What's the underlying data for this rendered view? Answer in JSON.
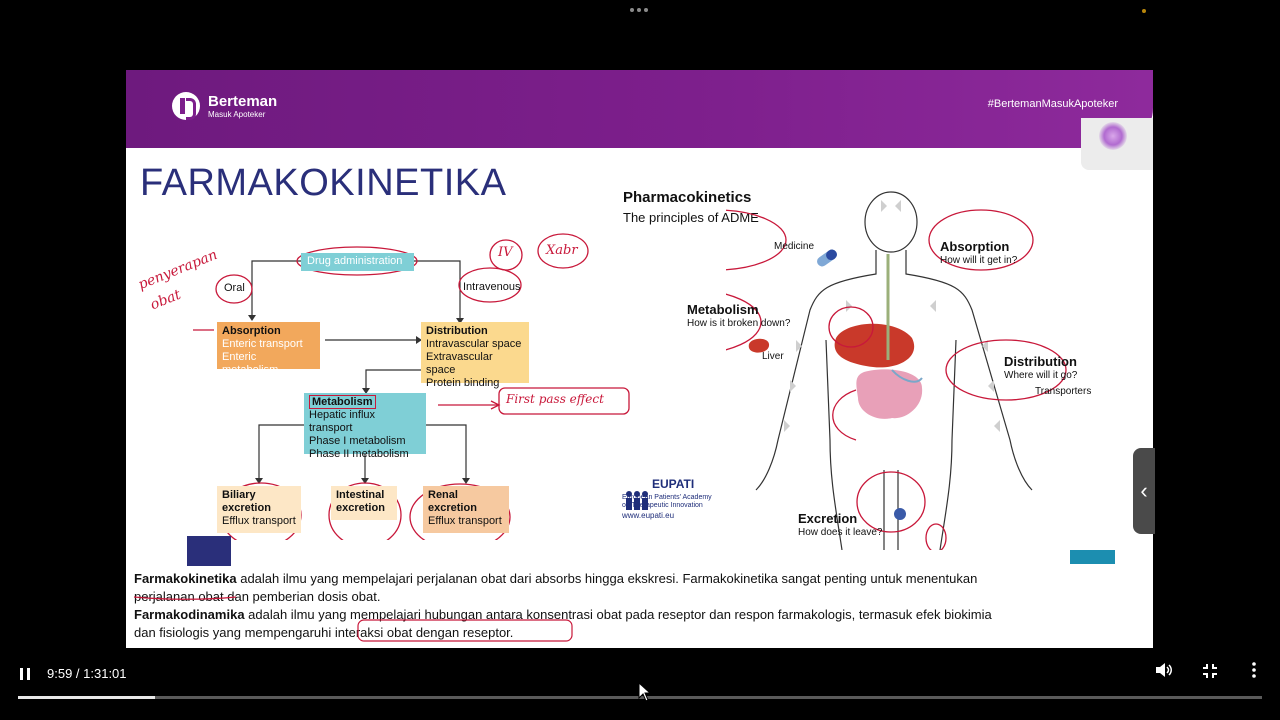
{
  "banner": {
    "logo_name": "Berteman",
    "logo_sub": "Masuk Apoteker",
    "hashtag": "#BertemanMasukApoteker"
  },
  "slide": {
    "title": "FARMAKOKINETIKA",
    "flow": {
      "drug_admin": "Drug administration",
      "oral": "Oral",
      "intravenous": "Intravenous",
      "absorption": {
        "title": "Absorption",
        "l1": "Enteric transport",
        "l2": "Enteric metabolism"
      },
      "distribution": {
        "title": "Distribution",
        "l1": "Intravascular space",
        "l2": "Extravascular space",
        "l3": "Protein binding"
      },
      "metabolism": {
        "title": "Metabolism",
        "l1": "Hepatic influx transport",
        "l2": "Phase I metabolism",
        "l3": "Phase II metabolism"
      },
      "biliary": {
        "t1": "Biliary",
        "t2": "excretion",
        "l1": "Efflux transport"
      },
      "intestinal": {
        "t1": "Intestinal",
        "t2": "excretion"
      },
      "renal": {
        "t1": "Renal",
        "t2": "excretion",
        "l1": "Efflux transport"
      }
    },
    "handwriting": {
      "penyerapan": "penyerapan",
      "obat": "obat",
      "iv": "IV",
      "xabr": "Xabr",
      "first_pass": "First pass effect"
    },
    "adme": {
      "title": "Pharmacokinetics",
      "subtitle": "The principles of ADME",
      "medicine": "Medicine",
      "absorption": "Absorption",
      "absorption_q": "How will it get in?",
      "metabolism": "Metabolism",
      "metabolism_q": "How is it broken down?",
      "liver": "Liver",
      "distribution": "Distribution",
      "distribution_q": "Where will it go?",
      "transporters": "Transporters",
      "excretion": "Excretion",
      "excretion_q": "How does it leave?"
    },
    "eupati": {
      "name": "EUPATI",
      "l1": "European Patients' Academy",
      "l2": "on Therapeutic Innovation",
      "url": "www.eupati.eu"
    },
    "para": {
      "p1_bold": "Farmakokinetika",
      "p1_text": " adalah ilmu yang mempelajari perjalanan obat dari absorbs hingga ekskresi. Farmakokinetika sangat penting untuk menentukan",
      "p1_line2": "perjalanan obat dan pemberian dosis obat.",
      "p2_bold": "Farmakodinamika",
      "p2_text": " adalah ilmu yang mempelajari hubungan antara konsentrasi obat pada reseptor dan respon farmakologis, termasuk efek biokimia",
      "p2_line2": "dan fisiologis yang mempengaruhi interaksi obat dengan reseptor."
    }
  },
  "controls": {
    "time": "9:59 / 1:31:01",
    "progress": 0.11,
    "icons": [
      "pause-icon",
      "volume-icon",
      "exit-fullscreen-icon",
      "more-vert-icon"
    ]
  }
}
